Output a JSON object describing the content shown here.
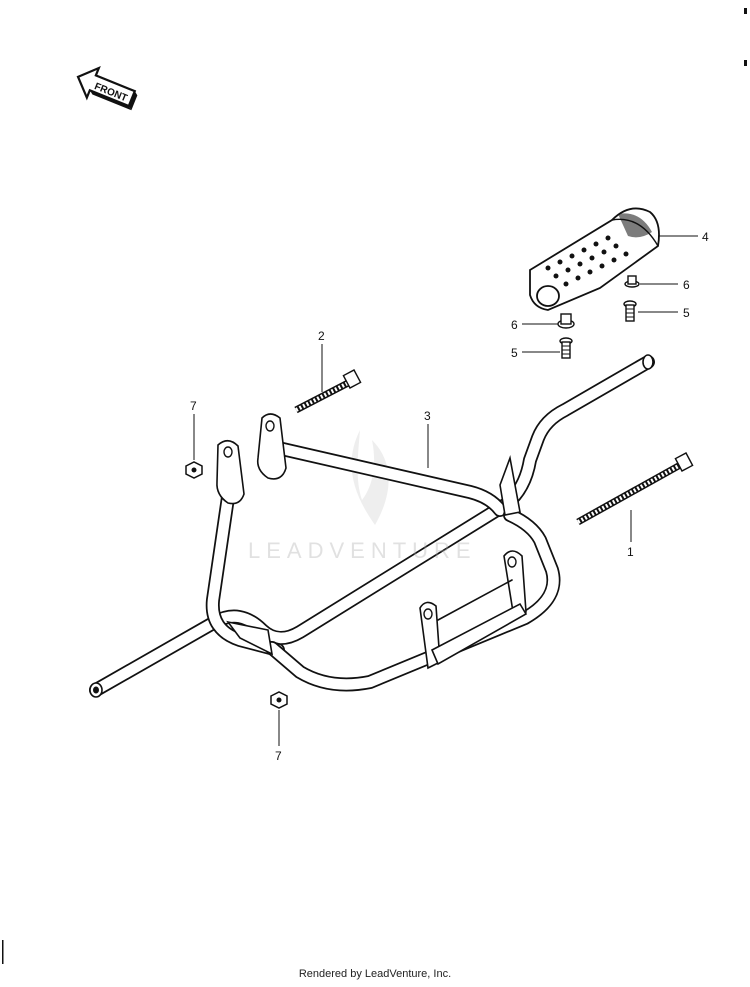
{
  "front_label": "FRONT",
  "watermark": "LEADVENTURE",
  "footer": "Rendered by LeadVenture, Inc.",
  "callouts": {
    "c1": "1",
    "c2": "2",
    "c3": "3",
    "c4": "4",
    "c5a": "5",
    "c5b": "5",
    "c6a": "6",
    "c6b": "6",
    "c7a": "7",
    "c7b": "7"
  },
  "colors": {
    "ink": "#111111",
    "background": "#ffffff",
    "watermark": "#aaaaaa"
  }
}
